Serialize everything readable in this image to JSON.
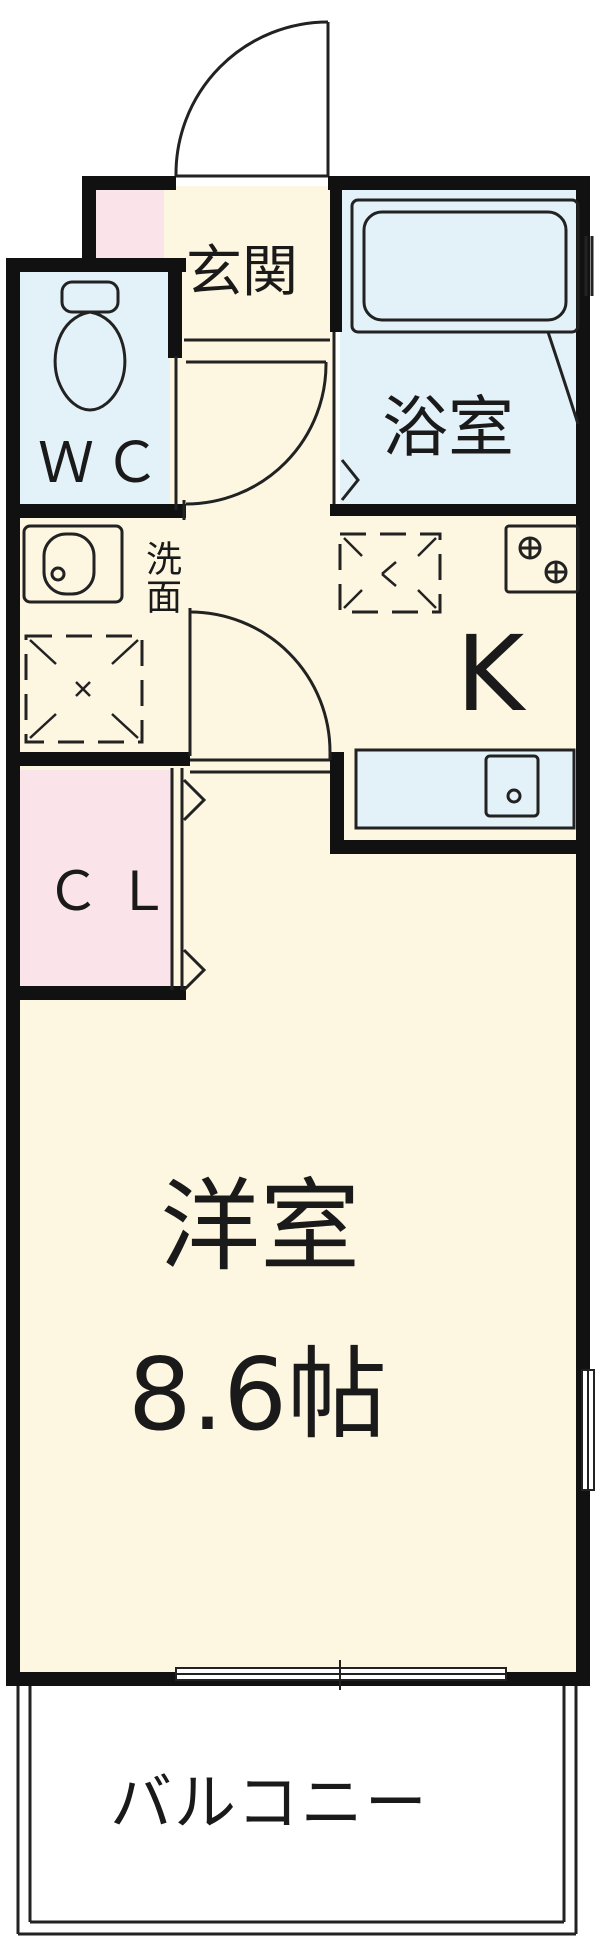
{
  "floorplan": {
    "labels": {
      "entrance": "玄関",
      "bathroom": "浴室",
      "toilet": "ＷＣ",
      "washroom": "洗面",
      "kitchen": "K",
      "closet": "ＣＬ",
      "room_name": "洋室",
      "room_size": "8.6帖",
      "balcony": "バルコニー"
    },
    "colors": {
      "wall": "#111111",
      "room_floor": "#fdf6e0",
      "wet_area": "#e3f2f9",
      "closet_floor": "#fbe3ea",
      "entrance_tile": "#fbe3ea",
      "fixture_line": "#222222"
    },
    "icons": [
      "front-door-swing-icon",
      "toilet-icon",
      "bathtub-icon",
      "wash-basin-icon",
      "washing-machine-space-icon",
      "refrigerator-space-icon",
      "stove-icon",
      "kitchen-sink-icon",
      "sliding-door-icon",
      "window-icon"
    ]
  }
}
